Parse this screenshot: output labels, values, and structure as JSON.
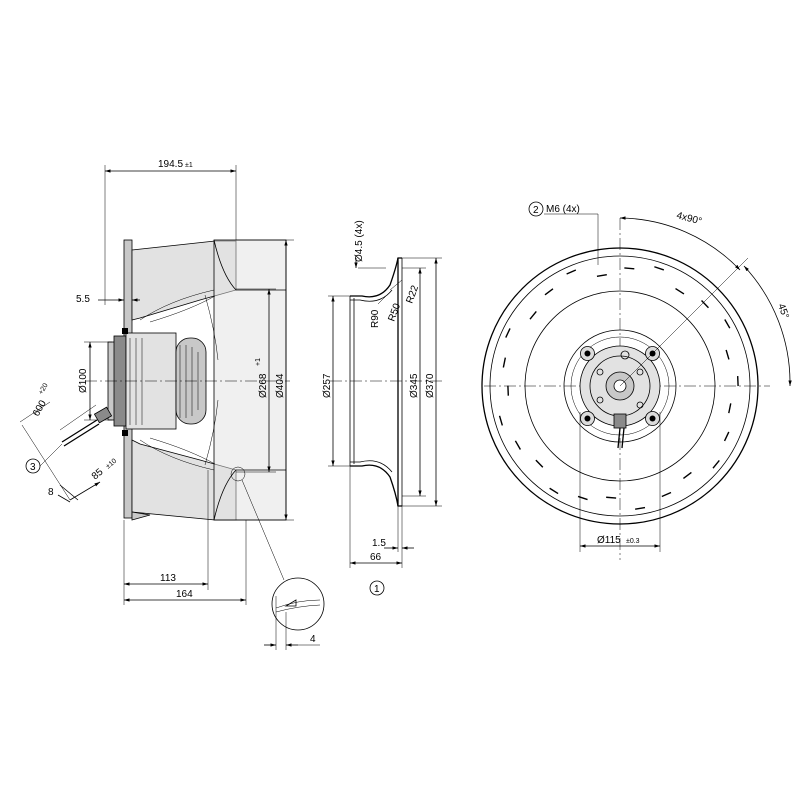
{
  "side_view": {
    "dim_overall_length": "194.5",
    "dim_overall_length_tol": "±1",
    "dim_flange_offset": "5.5",
    "dim_hub_diameter": "Ø100",
    "dim_cable_length": "600",
    "dim_cable_length_tol": "+20",
    "dim_cable_strip": "8",
    "dim_cable_end": "85",
    "dim_cable_end_tol": "±10",
    "dim_inlet_diameter": "Ø268",
    "dim_inlet_diameter_tol": "+1",
    "dim_outer_diameter": "Ø404",
    "dim_depth_113": "113",
    "dim_depth_164": "164",
    "dim_detail_gap": "4",
    "callout_cable": "3"
  },
  "ring_view": {
    "dim_hole": "Ø4.5 (4x)",
    "dim_r22": "R22",
    "dim_r50": "R50",
    "dim_r90": "R90",
    "dim_d257": "Ø257",
    "dim_d345": "Ø345",
    "dim_d370": "Ø370",
    "dim_thickness": "1.5",
    "dim_width": "66",
    "callout_ring": "1"
  },
  "front_view": {
    "callout_thread": "2",
    "thread_label": "M6 (4x)",
    "angle_spacing": "4x90°",
    "angle_offset": "45°",
    "dim_bolt_circle": "Ø115",
    "dim_bolt_circle_tol": "±0.3"
  }
}
